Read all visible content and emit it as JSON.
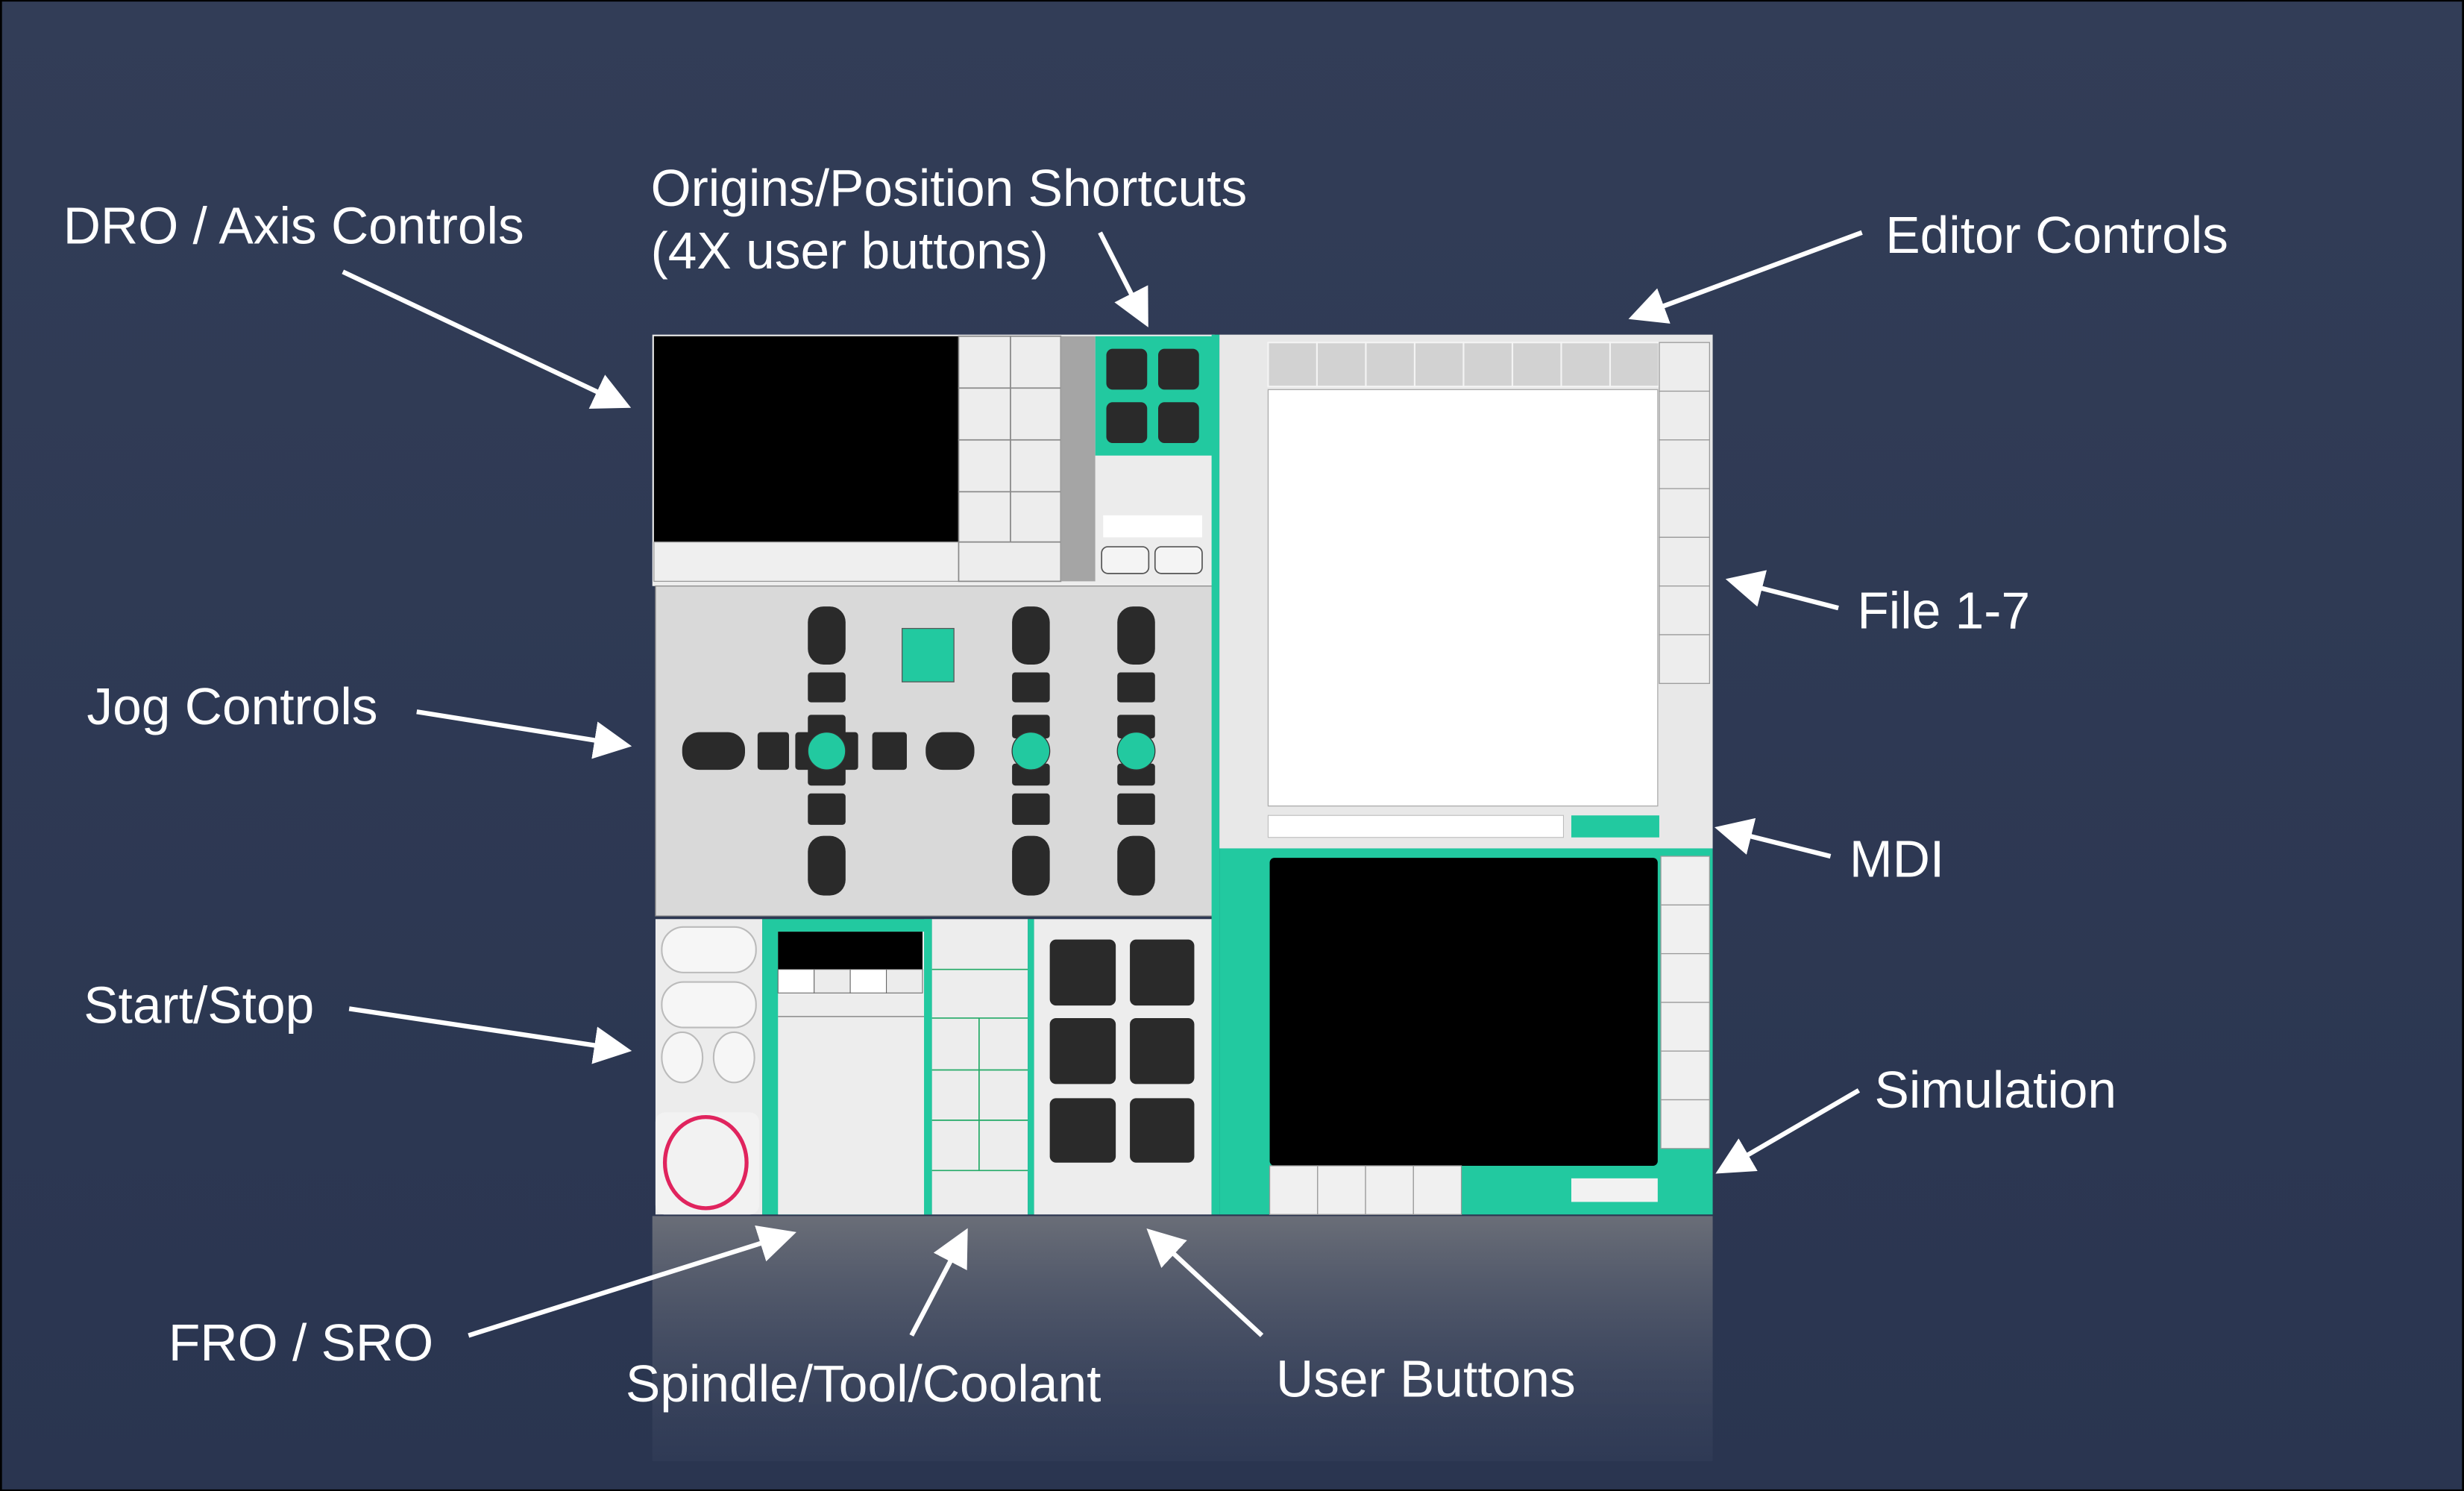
{
  "labels": {
    "dro": "DRO / Axis Controls",
    "origins_line1": "Origins/Position Shortcuts",
    "origins_line2": "(4X user buttons)",
    "editor": "Editor Controls",
    "file": "File 1-7",
    "jog": "Jog Controls",
    "mdi": "MDI",
    "start_stop": "Start/Stop",
    "simulation": "Simulation",
    "fro_sro": "FRO / SRO",
    "spindle": "Spindle/Tool/Coolant",
    "user_buttons": "User Buttons"
  },
  "colors": {
    "background": "#323e58",
    "accent": "#22c9a0",
    "panel": "#e8e8e8",
    "stop": "#e0245e"
  }
}
